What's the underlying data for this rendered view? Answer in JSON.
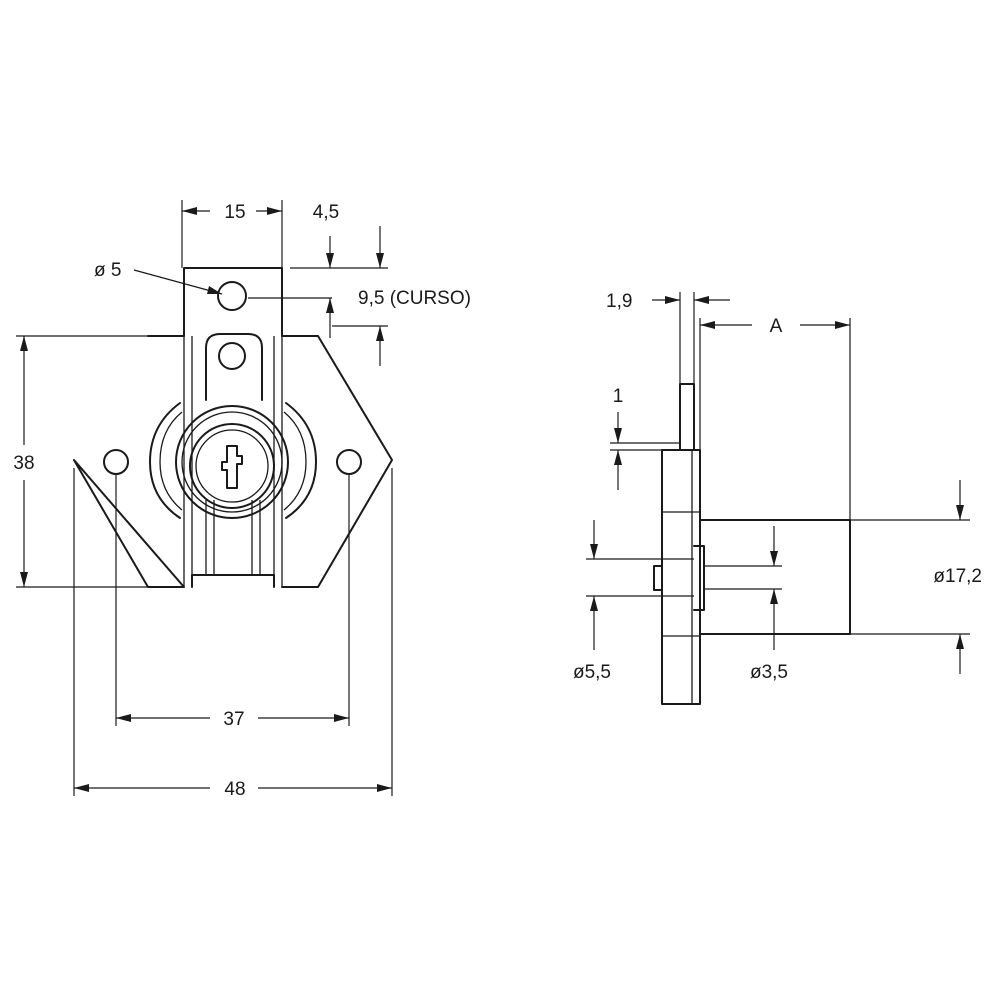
{
  "front_view": {
    "dim_width_tab": "15",
    "dim_offset_top": "4,5",
    "dim_hole_diameter": "ø 5",
    "dim_stroke": "9,5 (CURSO)",
    "dim_height": "38",
    "dim_hole_spacing": "37",
    "dim_total_width": "48"
  },
  "side_view": {
    "dim_bolt_thickness": "1,9",
    "dim_length": "A",
    "dim_gap": "1",
    "dim_cylinder_diameter": "ø17,2",
    "dim_shaft_diameter": "ø5,5",
    "dim_pin_diameter": "ø3,5"
  }
}
